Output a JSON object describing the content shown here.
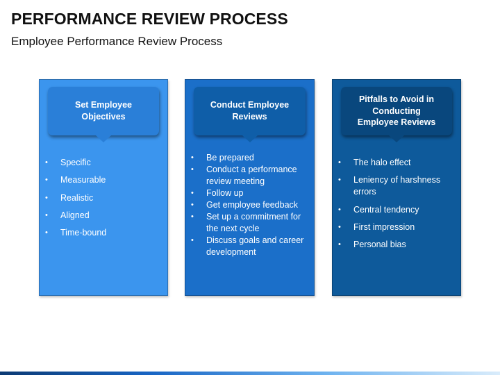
{
  "title": "PERFORMANCE REVIEW PROCESS",
  "subtitle": "Employee Performance Review Process",
  "columns": [
    {
      "heading": "Set Employee\nObjectives",
      "items": [
        "Specific",
        "Measurable",
        "Realistic",
        "Aligned",
        "Time-bound"
      ]
    },
    {
      "heading": "Conduct Employee\nReviews",
      "items": [
        "Be prepared",
        "Conduct a performance review meeting",
        "Follow up",
        "Get employee feedback",
        "Set up a commitment for the next cycle",
        "Discuss goals and career development"
      ]
    },
    {
      "heading": "Pitfalls to Avoid in\nConducting\nEmployee Reviews",
      "items": [
        "The halo effect",
        "Leniency of harshness errors",
        "Central tendency",
        "First impression",
        "Personal bias"
      ]
    }
  ],
  "colors": {
    "column_1": "#3b95ee",
    "column_2": "#1b6fc9",
    "column_3": "#0e5a9b",
    "card_1": "#2a7fd8",
    "card_2": "#0f5ea8",
    "card_3": "#09477d"
  }
}
